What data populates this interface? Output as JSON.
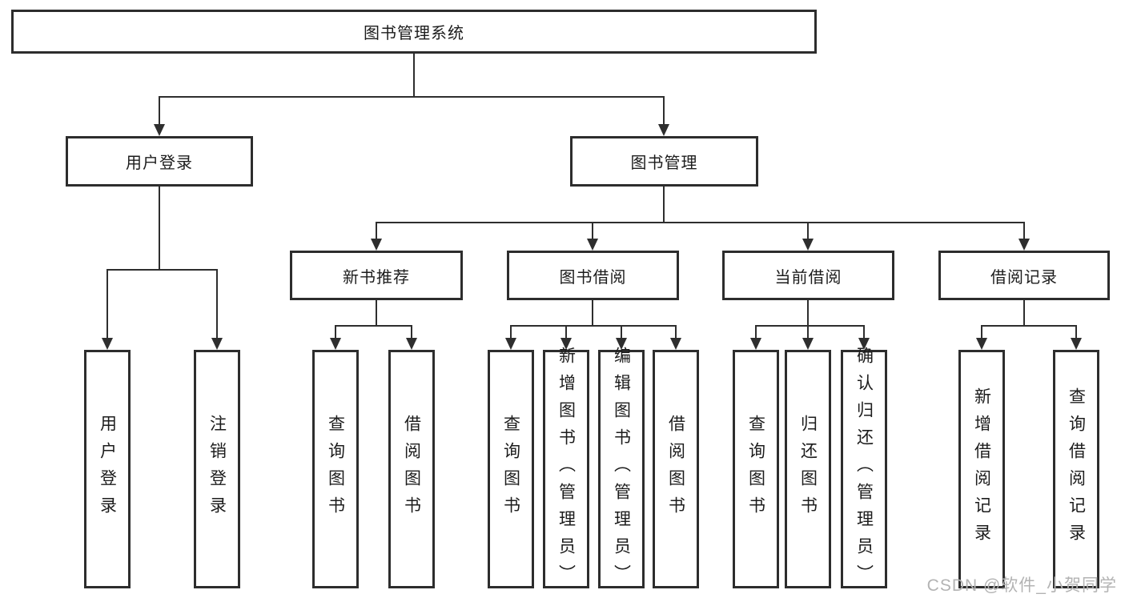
{
  "tree": {
    "root": "图书管理系统",
    "user_login": {
      "label": "用户登录",
      "leaves": [
        "用户登录",
        "注销登录"
      ]
    },
    "book_mgmt": {
      "label": "图书管理",
      "sections": {
        "new_books": {
          "label": "新书推荐",
          "leaves": [
            "查询图书",
            "借阅图书"
          ]
        },
        "borrowing": {
          "label": "图书借阅",
          "leaves": [
            "查询图书",
            "新增图书（管理员）",
            "编辑图书（管理员）",
            "借阅图书"
          ]
        },
        "current": {
          "label": "当前借阅",
          "leaves": [
            "查询图书",
            "归还图书",
            "确认归还（管理员）"
          ]
        },
        "records": {
          "label": "借阅记录",
          "leaves": [
            "新增借阅记录",
            "查询借阅记录"
          ]
        }
      }
    }
  },
  "watermark": "CSDN @软件_小贺同学",
  "colors": {
    "line": "#2e2e2e",
    "box_border": "#2d2d2d",
    "text": "#1c1c1c",
    "watermark": "#b3b3b3",
    "background": "#ffffff"
  }
}
